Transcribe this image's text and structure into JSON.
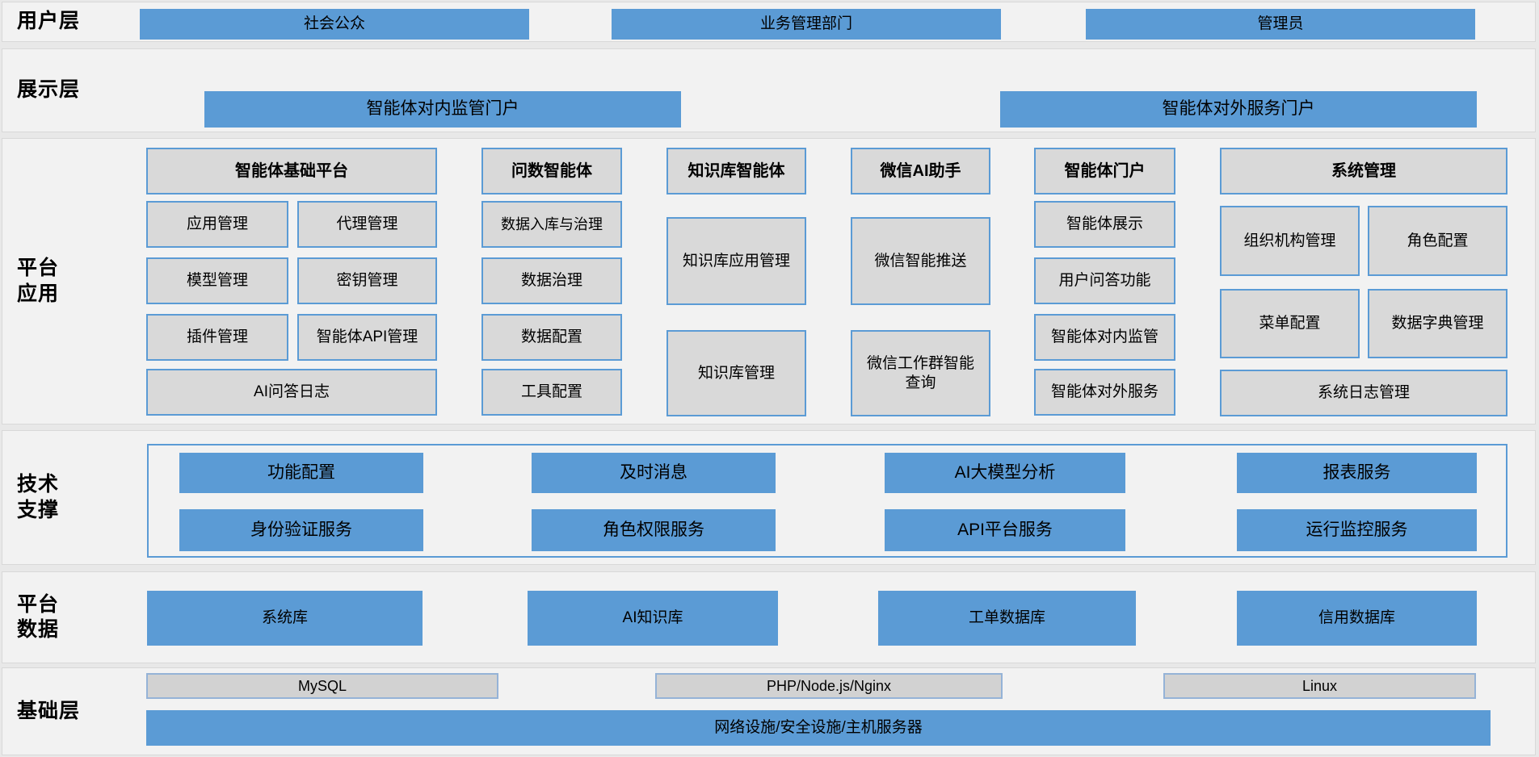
{
  "colors": {
    "accent_blue": "#5b9bd5",
    "box_gray": "#d9d9d9",
    "band_bg": "#f2f2f2"
  },
  "layers": {
    "user": {
      "label": "用户层",
      "items": [
        "社会公众",
        "业务管理部门",
        "管理员"
      ]
    },
    "display": {
      "label": "展示层",
      "items": [
        "智能体对内监管门户",
        "智能体对外服务门户"
      ]
    },
    "app": {
      "label_line1": "平台",
      "label_line2": "应用",
      "columns": [
        {
          "header": "智能体基础平台",
          "items": [
            "应用管理",
            "代理管理",
            "模型管理",
            "密钥管理",
            "插件管理",
            "智能体API管理",
            "AI问答日志"
          ]
        },
        {
          "header": "问数智能体",
          "items": [
            "数据入库与治理",
            "数据治理",
            "数据配置",
            "工具配置"
          ]
        },
        {
          "header": "知识库智能体",
          "items": [
            "知识库应用管理",
            "知识库管理"
          ]
        },
        {
          "header": "微信AI助手",
          "items": [
            "微信智能推送",
            "微信工作群智能查询"
          ]
        },
        {
          "header": "智能体门户",
          "items": [
            "智能体展示",
            "用户问答功能",
            "智能体对内监管",
            "智能体对外服务"
          ]
        },
        {
          "header": "系统管理",
          "items": [
            "组织机构管理",
            "角色配置",
            "菜单配置",
            "数据字典管理",
            "系统日志管理"
          ]
        }
      ]
    },
    "tech": {
      "label_line1": "技术",
      "label_line2": "支撑",
      "row1": [
        "功能配置",
        "及时消息",
        "AI大模型分析",
        "报表服务"
      ],
      "row2": [
        "身份验证服务",
        "角色权限服务",
        "API平台服务",
        "运行监控服务"
      ]
    },
    "data": {
      "label_line1": "平台",
      "label_line2": "数据",
      "items": [
        "系统库",
        "AI知识库",
        "工单数据库",
        "信用数据库"
      ]
    },
    "infra": {
      "label": "基础层",
      "tech_stack": [
        "MySQL",
        "PHP/Node.js/Nginx",
        "Linux"
      ],
      "infrastructure": "网络设施/安全设施/主机服务器"
    }
  }
}
